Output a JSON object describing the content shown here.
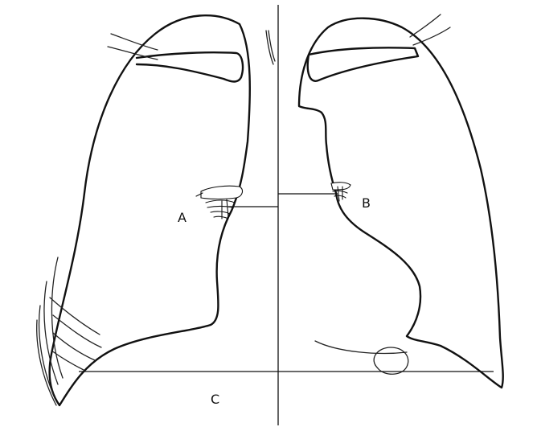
{
  "diagram": {
    "labels": {
      "a": "A",
      "b": "B",
      "c": "C"
    }
  }
}
